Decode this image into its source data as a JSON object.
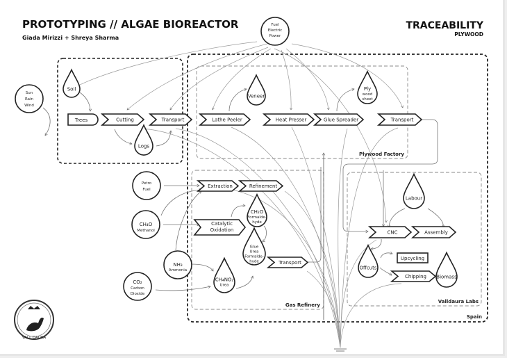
{
  "header": {
    "title": "PROTOTYPING // ALGAE BIOREACTOR",
    "authors": "Giada Mirizzi + Shreya Sharma",
    "section_title": "TRACEABILITY",
    "section_subtitle": "PLYWOOD"
  },
  "zones": {
    "forest": "",
    "spain": "Spain",
    "plywood_factory": "Plywood Factory",
    "gas_refinery": "Gas Refinery",
    "valldaura_labs": "Valldaura Labs"
  },
  "sources": {
    "fuel": [
      "Fuel",
      "Electric",
      "Power"
    ],
    "sun": [
      "Sun",
      "Rain",
      "Wind"
    ],
    "petro": [
      "Petro",
      "Fuel"
    ],
    "methanol": [
      "CH₄O",
      "Methanol"
    ],
    "ammonia": [
      "NH₃",
      "Ammonia"
    ],
    "co2": [
      "CO₂",
      "Carbon",
      "Dioxide"
    ]
  },
  "processes": {
    "trees": "Trees",
    "cutting": "Cutting",
    "transport1": "Transport",
    "lathe": "Lathe Peeler",
    "heat": "Heat Presser",
    "glue_spreader": "Glue Spreader",
    "transport2": "Transport",
    "extraction": "Extraction",
    "refinement": "Refinement",
    "catalytic": [
      "Catalytic",
      "Oxidation"
    ],
    "transport3": "Transport",
    "cnc": "CNC",
    "assembly": "Assembly",
    "upcycling": "Upcycling",
    "chipping": "Chipping"
  },
  "materials": {
    "soil": "Soil",
    "logs": "Logs",
    "veneer": "Veneer",
    "plywood_sheet": [
      "Ply",
      "wood",
      "sheet"
    ],
    "formaldehyde": [
      "CH₂O",
      "Formalde-",
      "hyde"
    ],
    "glue": [
      "Glue",
      "Urea",
      "Formalde-",
      "hyde"
    ],
    "urea": [
      "CH₄NO₂",
      "Urea"
    ],
    "labour": "Labour",
    "offcuts": "Offcuts",
    "biomass": "Biomass"
  },
  "logo": {
    "text": "VALL DAURA"
  }
}
